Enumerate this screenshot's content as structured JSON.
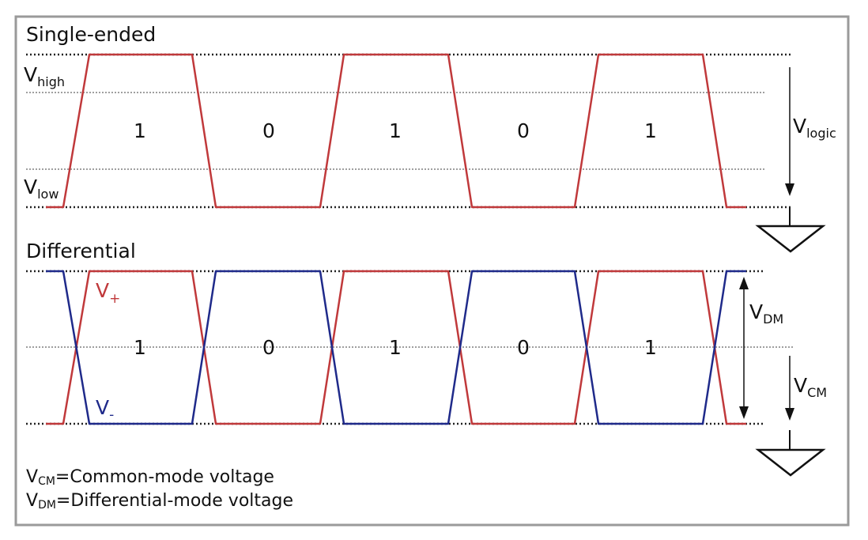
{
  "colors": {
    "pos": "#c0393b",
    "neg": "#1f2a8a",
    "frame": "#9a9a9a",
    "ink": "#111111"
  },
  "single_ended": {
    "title": "Single-ended",
    "v_high": {
      "main": "V",
      "sub": "high"
    },
    "v_low": {
      "main": "V",
      "sub": "low"
    },
    "v_logic": {
      "main": "V",
      "sub": "logic"
    },
    "bits": [
      "1",
      "0",
      "1",
      "0",
      "1"
    ]
  },
  "differential": {
    "title": "Differential",
    "v_plus": {
      "main": "V",
      "sub": "+"
    },
    "v_minus": {
      "main": "V",
      "sub": "-"
    },
    "v_dm": {
      "main": "V",
      "sub": "DM"
    },
    "v_cm": {
      "main": "V",
      "sub": "CM"
    },
    "bits": [
      "1",
      "0",
      "1",
      "0",
      "1"
    ]
  },
  "legend": [
    {
      "main": "V",
      "sub": "CM",
      "rest": "=Common-mode voltage"
    },
    {
      "main": "V",
      "sub": "DM",
      "rest": "=Differential-mode voltage"
    }
  ],
  "icons": {
    "ground_top": "ground-symbol-icon",
    "ground_bottom": "ground-symbol-icon"
  }
}
